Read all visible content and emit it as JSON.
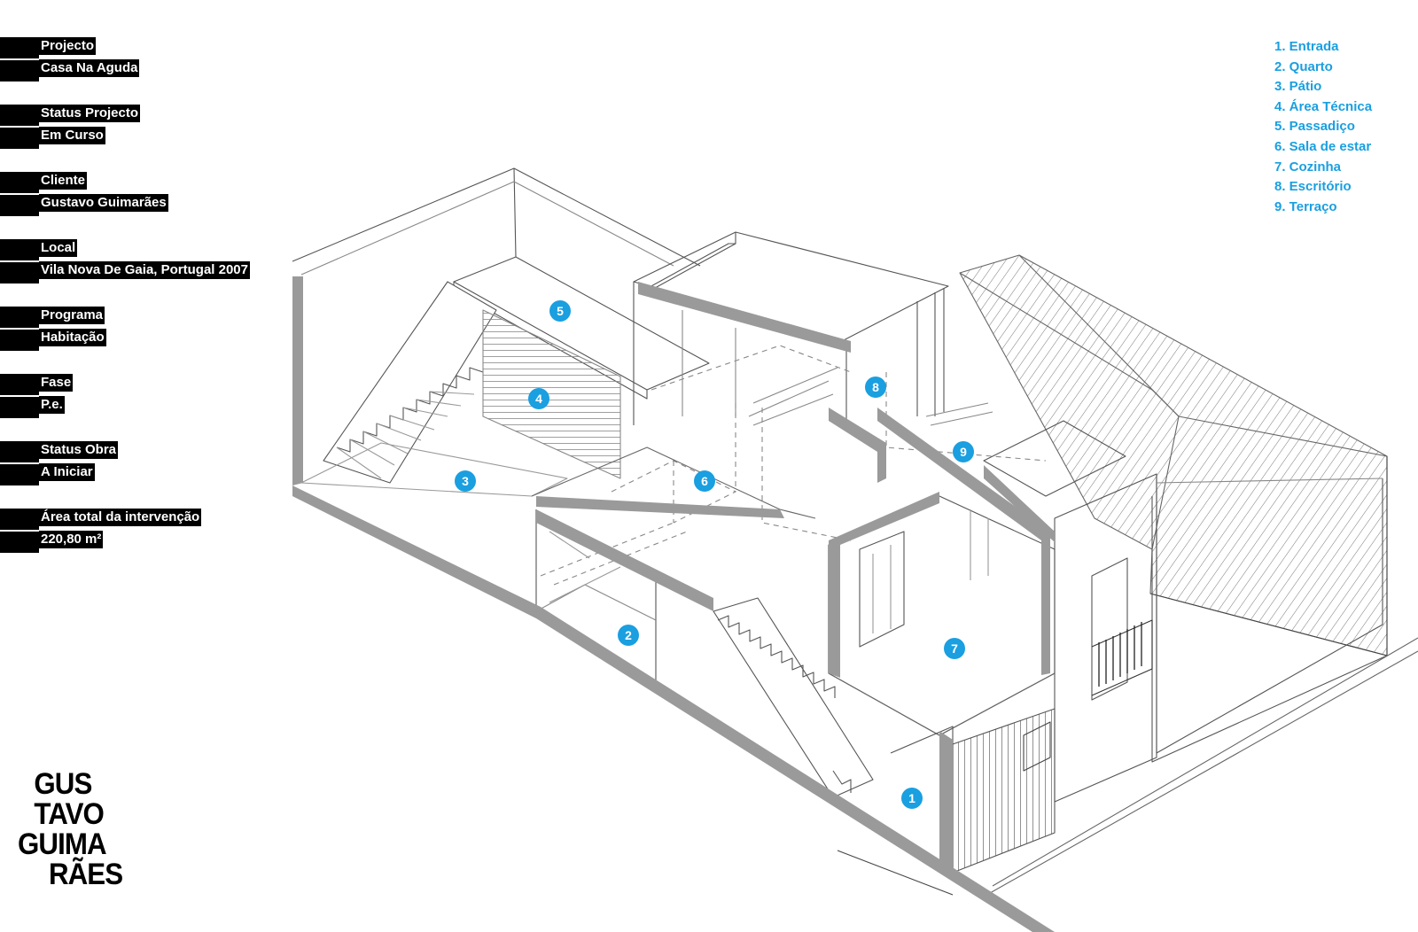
{
  "project_info": [
    {
      "label": "Projecto",
      "value": "Casa Na Aguda"
    },
    {
      "label": "Status Projecto",
      "value": "Em Curso"
    },
    {
      "label": "Cliente",
      "value": "Gustavo Guimarães"
    },
    {
      "label": "Local",
      "value": "Vila Nova De Gaia, Portugal 2007"
    },
    {
      "label": "Programa",
      "value": "Habitação"
    },
    {
      "label": "Fase",
      "value": "P.e."
    },
    {
      "label": "Status Obra",
      "value": "A Iniciar"
    },
    {
      "label": "Área total da intervenção",
      "value": "220,80 m²"
    }
  ],
  "legend": [
    "1. Entrada",
    "2. Quarto",
    "3. Pátio",
    "4. Área Técnica",
    "5. Passadiço",
    "6. Sala de estar",
    "7. Cozinha",
    "8. Escritório",
    "9. Terraço"
  ],
  "room_markers": [
    "1",
    "2",
    "3",
    "4",
    "5",
    "6",
    "7",
    "8",
    "9"
  ],
  "logo": {
    "lines": [
      "GUS",
      "TAVO",
      "GUIMA",
      "RÃES"
    ]
  },
  "colors": {
    "accent": "#1a9fe0",
    "label_background": "#000000",
    "label_text": "#ffffff",
    "section_cut": "#9a9a9a"
  }
}
